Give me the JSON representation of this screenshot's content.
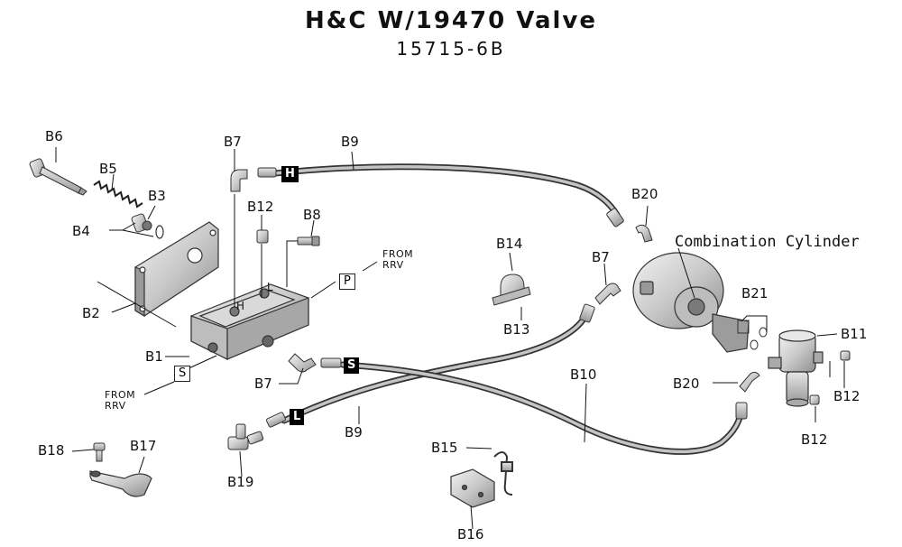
{
  "title": "H&C W/19470 Valve",
  "subtitle": "15715-6B",
  "callouts": {
    "b6": "B6",
    "b5": "B5",
    "b3": "B3",
    "b4": "B4",
    "b2": "B2",
    "b1": "B1",
    "b7_top": "B7",
    "b9_top": "B9",
    "b12_top": "B12",
    "b8": "B8",
    "b14": "B14",
    "b13": "B13",
    "b7_mid": "B7",
    "b20_top": "B20",
    "b21": "B21",
    "b11": "B11",
    "b12_right": "B12",
    "b12_bottom": "B12",
    "b20_bottom": "B20",
    "b10": "B10",
    "b7_bottom": "B7",
    "b9_bottom": "B9",
    "b19": "B19",
    "b18": "B18",
    "b17": "B17",
    "b15": "B15",
    "b16": "B16"
  },
  "annotations": {
    "combination_cylinder": "Combination Cylinder",
    "from_rrv_top": "FROM\nRRV",
    "from_rrv_bottom": "FROM\nRRV"
  },
  "port_labels": {
    "p": "P",
    "s": "S"
  },
  "hose_tags": {
    "h": "H",
    "s": "S",
    "l": "L"
  },
  "block_markings": {
    "h": "H",
    "l": "L"
  }
}
